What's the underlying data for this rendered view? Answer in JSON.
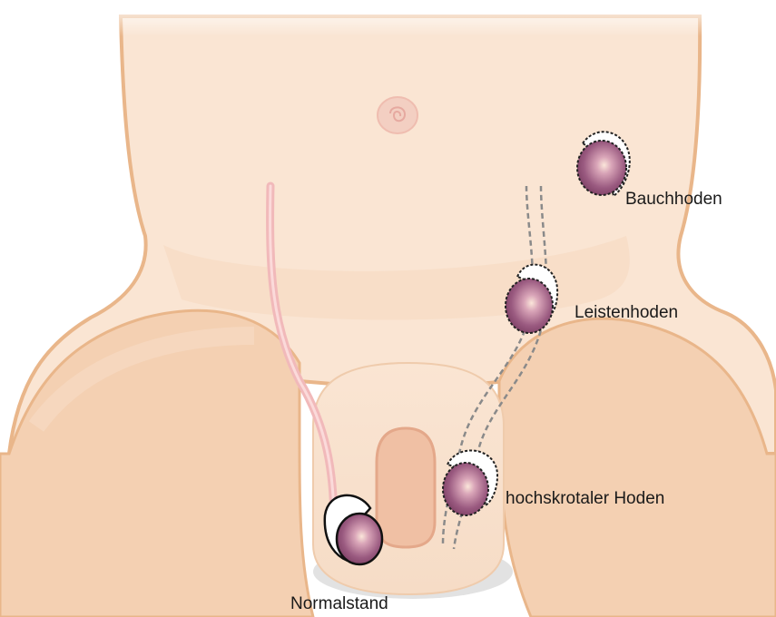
{
  "labels": {
    "abdominal": "Bauchhoden",
    "inguinal": "Leistenhoden",
    "high_scrotal": "hochskrotaler Hoden",
    "normal": "Normalstand"
  },
  "colors": {
    "skin": "#fae5d3",
    "skin_shadow": "#f2cfb1",
    "skin_outline": "#e9b68a",
    "testis": "#8f4f74",
    "testis_highlight": "#fbe6da",
    "spermatic_cord": "#f1b9ba",
    "canal_dash": "#8a8a8a"
  },
  "icons": {
    "normal_testis": "testis-with-epididymis-icon",
    "ectopic_testis": "dashed-outline-testis-icon"
  }
}
